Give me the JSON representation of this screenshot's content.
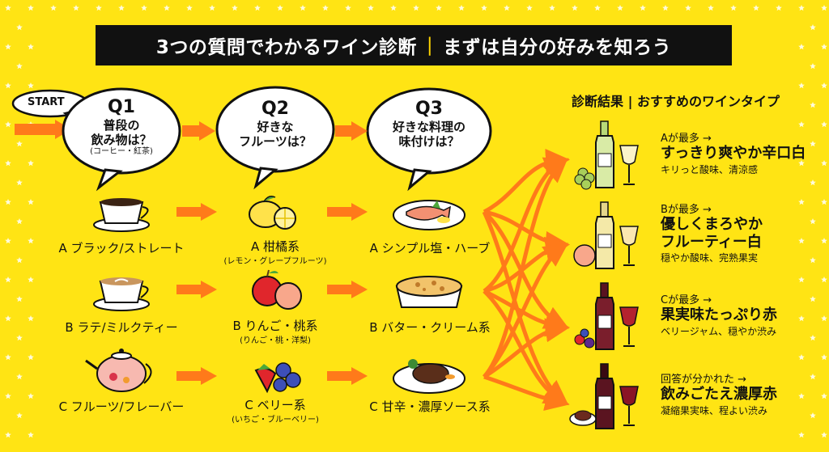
{
  "header": {
    "title_main": "3つの質問でわかるワイン診断",
    "title_sub": "まずは自分の好みを知ろう"
  },
  "start_label": "START",
  "questions": [
    {
      "num": "Q1",
      "lines": [
        "普段の",
        "飲み物は？"
      ],
      "sub": "(コーヒー・紅茶)",
      "options": [
        {
          "label": "A ブラック/ストレート",
          "sub": "",
          "icon": "coffee-cup-icon"
        },
        {
          "label": "B ラテ/ミルクティー",
          "sub": "",
          "icon": "latte-icon"
        },
        {
          "label": "C フルーツ/フレーバー",
          "sub": "",
          "icon": "teapot-icon"
        }
      ]
    },
    {
      "num": "Q2",
      "lines": [
        "好きな",
        "フルーツは？"
      ],
      "sub": "",
      "options": [
        {
          "label": "A 柑橘系",
          "sub": "(レモン・グレープフルーツ)",
          "icon": "lemon-icon"
        },
        {
          "label": "B りんご・桃系",
          "sub": "(りんご・桃・洋梨)",
          "icon": "apple-peach-icon"
        },
        {
          "label": "C ベリー系",
          "sub": "(いちご・ブルーベリー)",
          "icon": "berries-icon"
        }
      ]
    },
    {
      "num": "Q3",
      "lines": [
        "好きな料理の",
        "味付けは？"
      ],
      "sub": "",
      "options": [
        {
          "label": "A シンプル塩・ハーブ",
          "sub": "",
          "icon": "fish-plate-icon"
        },
        {
          "label": "B バター・クリーム系",
          "sub": "",
          "icon": "gratin-icon"
        },
        {
          "label": "C 甘辛・濃厚ソース系",
          "sub": "",
          "icon": "steak-plate-icon"
        }
      ]
    }
  ],
  "results": {
    "heading": "診断結果 | おすすめのワインタイプ",
    "items": [
      {
        "cond": "Aが最多 →",
        "type": [
          "すっきり爽やか辛口白"
        ],
        "desc": "キリっと酸味、清涼感",
        "icon": "white-wine-grapes-icon"
      },
      {
        "cond": "Bが最多 →",
        "type": [
          "優しくまろやか",
          "フルーティー白"
        ],
        "desc": "穏やか酸味、完熟果実",
        "icon": "white-wine-peach-icon"
      },
      {
        "cond": "Cが最多 →",
        "type": [
          "果実味たっぷり赤"
        ],
        "desc": "ベリージャム、穏やか渋み",
        "icon": "red-wine-berries-icon"
      },
      {
        "cond": "回答が分かれた →",
        "type": [
          "飲みごたえ濃厚赤"
        ],
        "desc": "凝縮果実味、程よい渋み",
        "icon": "red-wine-steak-icon"
      }
    ]
  },
  "colors": {
    "background": "#FFE414",
    "arrow": "#FF7A1A",
    "title_bar": "#111111",
    "wine_red": "#7A1E2C"
  }
}
